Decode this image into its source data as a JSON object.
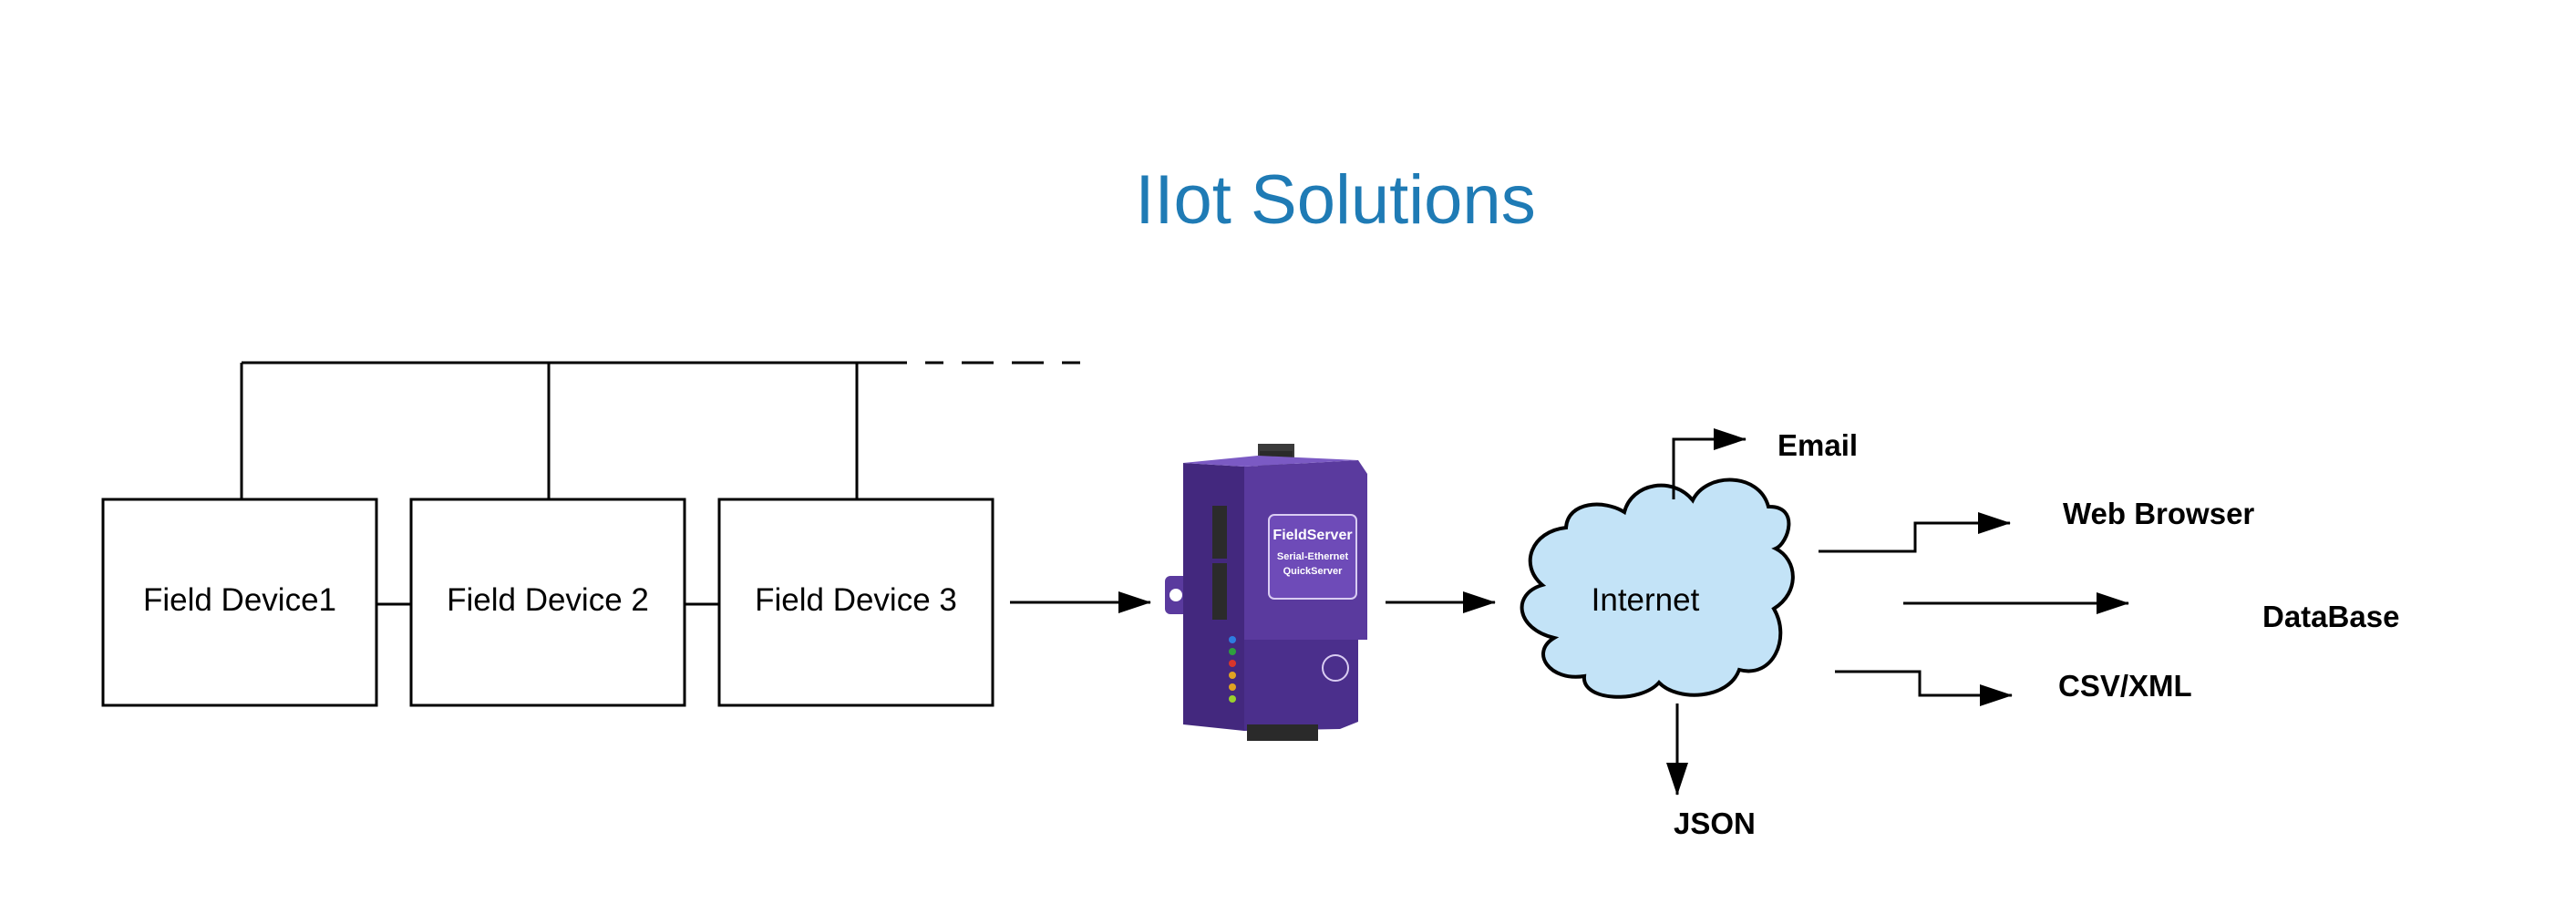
{
  "title": "IIot Solutions",
  "colors": {
    "title": "#1f7bb5",
    "cloud_fill": "#c3e3f7",
    "device_body": "#5a3a9e",
    "device_body_dark": "#43287e",
    "device_face": "#6e4bb8",
    "line": "#000000"
  },
  "field_devices": [
    {
      "label": "Field Device1"
    },
    {
      "label": "Field Device 2"
    },
    {
      "label": "Field Device 3"
    }
  ],
  "gateway": {
    "brand": "FieldServer",
    "line1": "Serial-Ethernet",
    "line2": "QuickServer",
    "icon": "gateway-device-image"
  },
  "cloud": {
    "label": "Internet"
  },
  "outputs": {
    "email": "Email",
    "web_browser": "Web Browser",
    "database": "DataBase",
    "csv_xml": "CSV/XML",
    "json": "JSON"
  }
}
